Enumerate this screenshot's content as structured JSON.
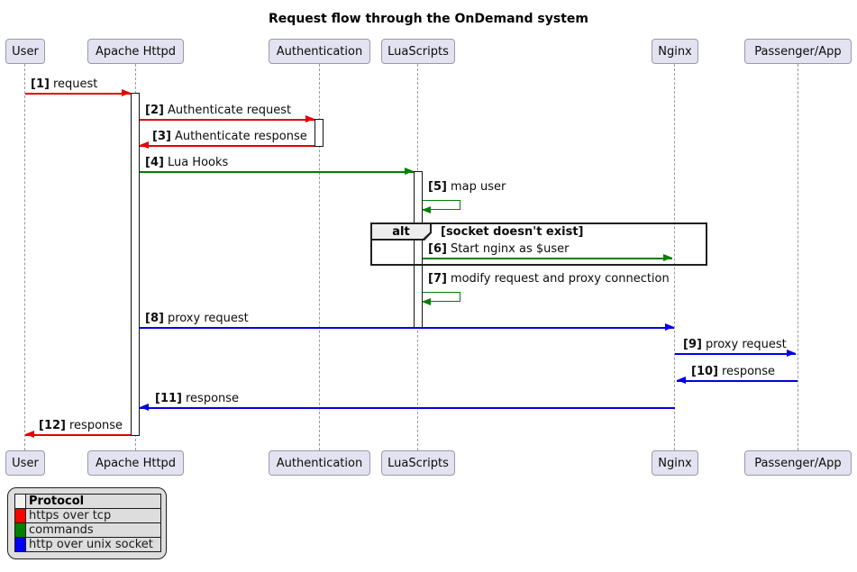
{
  "title": "Request flow through the OnDemand system",
  "participants": [
    {
      "name": "User"
    },
    {
      "name": "Apache Httpd"
    },
    {
      "name": "Authentication"
    },
    {
      "name": "LuaScripts"
    },
    {
      "name": "Nginx"
    },
    {
      "name": "Passenger/App"
    }
  ],
  "colors": {
    "https_over_tcp": "#e60000",
    "commands": "#008000",
    "http_over_unix_socket": "#0000e6"
  },
  "messages": [
    {
      "num": "[1]",
      "text": "request",
      "color": "#e60000"
    },
    {
      "num": "[2]",
      "text": "Authenticate request",
      "color": "#e60000"
    },
    {
      "num": "[3]",
      "text": "Authenticate response",
      "color": "#e60000"
    },
    {
      "num": "[4]",
      "text": "Lua Hooks",
      "color": "#008000"
    },
    {
      "num": "[5]",
      "text": "map user",
      "color": "#008000"
    },
    {
      "num": "[6]",
      "text": "Start nginx as $user",
      "color": "#008000"
    },
    {
      "num": "[7]",
      "text": "modify request and proxy connection",
      "color": "#008000"
    },
    {
      "num": "[8]",
      "text": "proxy request",
      "color": "#0000e6"
    },
    {
      "num": "[9]",
      "text": "proxy request",
      "color": "#0000e6"
    },
    {
      "num": "[10]",
      "text": "response",
      "color": "#0000e6"
    },
    {
      "num": "[11]",
      "text": "response",
      "color": "#0000e6"
    },
    {
      "num": "[12]",
      "text": "response",
      "color": "#e60000"
    }
  ],
  "alt": {
    "label": "alt",
    "condition": "[socket doesn't exist]"
  },
  "legend": {
    "header": "Protocol",
    "rows": [
      {
        "color": "#ff0000",
        "label": "https over tcp"
      },
      {
        "color": "#008000",
        "label": "commands"
      },
      {
        "color": "#0000ff",
        "label": "http over unix socket"
      }
    ]
  }
}
